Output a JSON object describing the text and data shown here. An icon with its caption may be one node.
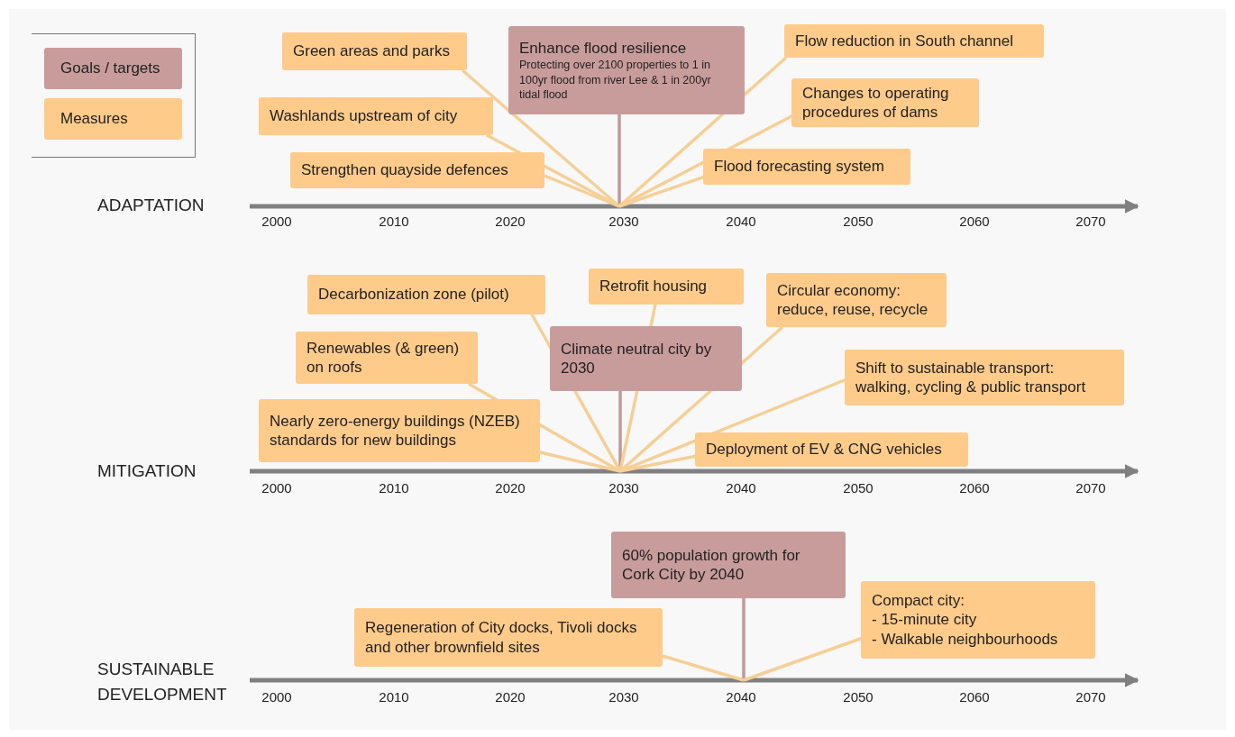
{
  "diagram": {
    "nodes": [
      {
        "text": [
          "Enhance flood resilience",
          "Protecting over 2100 properties to 1 in 100yr flood from river Lee & 1 in 200yr tidal flood"
        ]
      },
      {
        "text": [
          "Green areas and parks"
        ]
      },
      {
        "text": [
          "Washlands upstream of city"
        ]
      },
      {
        "text": [
          "Strengthen quayside defences"
        ]
      },
      {
        "text": [
          "Flow reduction in South channel"
        ]
      },
      {
        "text": [
          "Changes to operating procedures of dams"
        ]
      },
      {
        "text": [
          "Flood forecasting system"
        ]
      },
      {
        "text": [
          "Climate neutral city by 2030"
        ]
      },
      {
        "text": [
          "Decarbonization zone (pilot)"
        ]
      },
      {
        "text": [
          "Retrofit housing"
        ]
      },
      {
        "text": [
          "Circular economy: reduce, reuse, recycle"
        ]
      },
      {
        "text": [
          "Renewables (& green) on roofs"
        ]
      },
      {
        "text": [
          "Shift to sustainable transport: walking, cycling & public transport"
        ]
      },
      {
        "text": [
          "Nearly zero-energy buildings (NZEB) standards for new buildings"
        ]
      },
      {
        "text": [
          "Deployment of EV & CNG vehicles"
        ]
      },
      {
        "text": [
          "60% population growth for Cork City by 2040"
        ]
      },
      {
        "text": [
          "Regeneration of City docks, Tivoli docks and other brownfield sites"
        ]
      },
      {
        "text": [
          "Compact city:",
          "- 15-minute city",
          "- Walkable neighbourhoods"
        ]
      }
    ],
    "edges": [
      {
        "from": 0,
        "to": null,
        "arrow": "none",
        "color": "#c09a9a"
      },
      {
        "from": 1,
        "to": null,
        "arrow": "none"
      },
      {
        "from": 2,
        "to": null,
        "arrow": "none"
      },
      {
        "from": 3,
        "to": null,
        "arrow": "none"
      },
      {
        "from": 4,
        "to": null,
        "arrow": "none"
      },
      {
        "from": 5,
        "to": null,
        "arrow": "none"
      },
      {
        "from": 6,
        "to": null,
        "arrow": "none"
      },
      {
        "from": 7,
        "to": null,
        "arrow": "none",
        "color": "#c09a9a"
      },
      {
        "from": 8,
        "to": null,
        "arrow": "none"
      },
      {
        "from": 9,
        "to": null,
        "arrow": "none"
      },
      {
        "from": 10,
        "to": null,
        "arrow": "none"
      },
      {
        "from": 11,
        "to": null,
        "arrow": "none"
      },
      {
        "from": 12,
        "to": null,
        "arrow": "none"
      },
      {
        "from": 13,
        "to": null,
        "arrow": "none"
      },
      {
        "from": 14,
        "to": null,
        "arrow": "none"
      },
      {
        "from": 15,
        "to": null,
        "arrow": "none",
        "color": "#c09a9a"
      },
      {
        "from": 16,
        "to": null,
        "arrow": "none"
      },
      {
        "from": 17,
        "to": null,
        "arrow": "none"
      }
    ],
    "labels": [
      "ADAPTATION",
      "2000",
      "2010",
      "2020",
      "2030",
      "2040",
      "2050",
      "2060",
      "2070",
      "MITIGATION",
      "2000",
      "2010",
      "2020",
      "2030",
      "2040",
      "2050",
      "2060",
      "2070",
      "SUSTAINABLE DEVELOPMENT",
      "2000",
      "2010",
      "2020",
      "2030",
      "2040",
      "2050",
      "2060",
      "2070"
    ],
    "legend": [
      {
        "text": "Goals / targets",
        "color": "#c99c9c"
      },
      {
        "text": "Measures",
        "color": "#fecb8b"
      }
    ]
  }
}
